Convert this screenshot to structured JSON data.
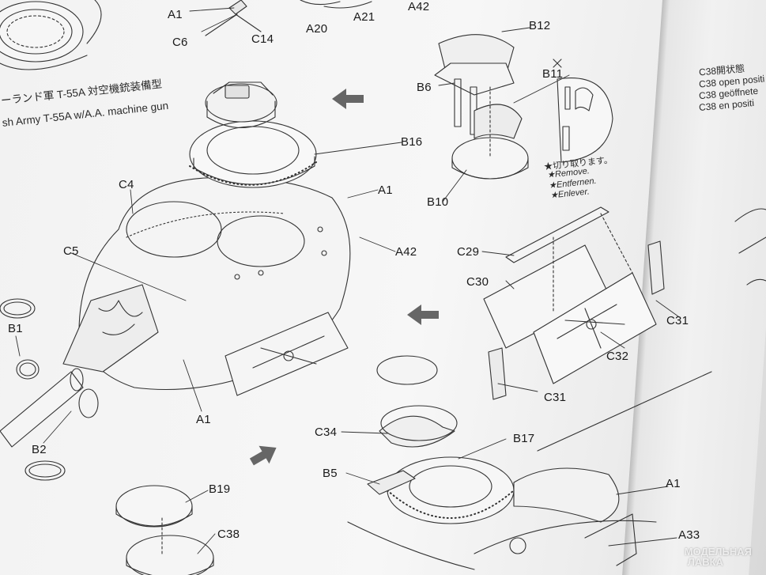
{
  "page": {
    "title_jp": "ーランド軍 T-55A 対空機銃装備型",
    "title_en": "sh Army T-55A w/A.A. machine gun"
  },
  "callout": {
    "remove_jp": "★切り取ります。",
    "remove_en": "★Remove.",
    "remove_de": "★Entfernen.",
    "remove_fr": "★Enlever."
  },
  "right_page": {
    "line1": "C38開状態",
    "line2": "C38 open positi",
    "line3": "C38 geöffnete",
    "line4": "C38 en positi"
  },
  "watermark": {
    "line1": "МОДЕЛЬНАЯ",
    "line2": "ЛАВКА"
  },
  "parts": {
    "a1_top": "A1",
    "c6": "C6",
    "c14": "C14",
    "a20": "A20",
    "a21": "A21",
    "a42_top": "A42",
    "b12": "B12",
    "b6": "B6",
    "b11": "B11",
    "b16": "B16",
    "b10": "B10",
    "c4": "C4",
    "a1_mid": "A1",
    "a42": "A42",
    "c5": "C5",
    "c29": "C29",
    "b1": "B1",
    "c30": "C30",
    "c31_right": "C31",
    "c32": "C32",
    "c31_bottom": "C31",
    "a1_low": "A1",
    "c34": "C34",
    "b17": "B17",
    "b2": "B2",
    "b5": "B5",
    "b19": "B19",
    "a1_br": "A1",
    "c38": "C38",
    "a33": "A33"
  }
}
